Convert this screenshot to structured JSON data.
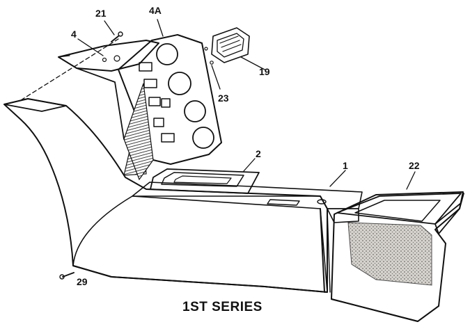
{
  "diagram": {
    "caption": "1ST SERIES",
    "callouts": {
      "c21": "21",
      "c4a": "4A",
      "c4": "4",
      "c19": "19",
      "c23": "23",
      "c2": "2",
      "c1": "1",
      "c22": "22",
      "c29": "29"
    }
  },
  "colors": {
    "ink": "#111111",
    "panel": "#d9d6d0",
    "shade": "#b9b5ae",
    "dark": "#5a5752",
    "paper": "#ffffff"
  }
}
